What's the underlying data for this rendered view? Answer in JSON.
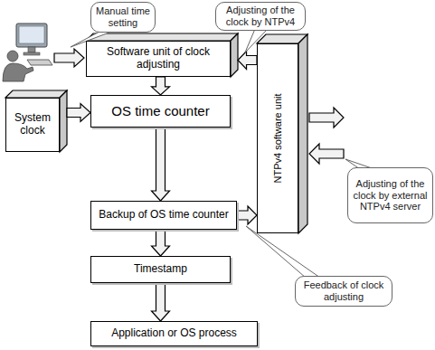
{
  "diagram": {
    "nodes": [
      {
        "text": [
          "Manual time setting"
        ]
      },
      {
        "text": [
          "Adjusting of the clock by NTPv4"
        ]
      },
      {
        "text": [
          "Software unit of clock adjusting"
        ]
      },
      {
        "text": [
          "NTPv4 software unit"
        ]
      },
      {
        "text": [
          "System clock"
        ]
      },
      {
        "text": [
          "OS time counter"
        ]
      },
      {
        "text": [
          "Backup of OS time counter"
        ]
      },
      {
        "text": [
          "Adjusting of the clock by external NTPv4 server"
        ]
      },
      {
        "text": [
          "Feedback of clock adjusting"
        ]
      },
      {
        "text": [
          "Timestamp"
        ]
      },
      {
        "text": [
          "Application or OS process"
        ]
      }
    ],
    "edges": [
      {
        "from": 3,
        "to": 2,
        "arrow": "to"
      },
      {
        "from": 2,
        "to": 5,
        "arrow": "to"
      },
      {
        "from": 4,
        "to": 5,
        "arrow": "to"
      },
      {
        "from": 5,
        "to": 6,
        "arrow": "to"
      },
      {
        "from": 6,
        "to": 3,
        "arrow": "to"
      },
      {
        "from": 6,
        "to": 9,
        "arrow": "to"
      },
      {
        "from": 9,
        "to": 10,
        "arrow": "to"
      }
    ]
  }
}
